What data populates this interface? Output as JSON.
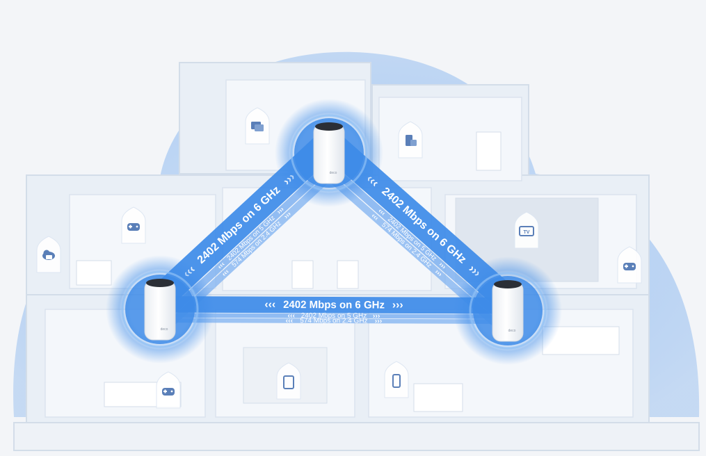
{
  "colors": {
    "background": "#f3f5f8",
    "house_wall": "#e6ecf4",
    "coverage": "#b7d2f4",
    "link_main": "#3d8be8",
    "link_sub": "#7fb2f0",
    "pin": "#ffffff",
    "pin_icon": "#5a7fb8"
  },
  "devices": [
    {
      "name": "top-node",
      "brand": "deco"
    },
    {
      "name": "left-node",
      "brand": "deco"
    },
    {
      "name": "right-node",
      "brand": "deco"
    }
  ],
  "links": [
    {
      "name": "left-top",
      "main": "2402 Mbps on 6 GHz",
      "sub1": "2402 Mbps on 5 GHz",
      "sub2": "574 Mbps on 2.4 GHz"
    },
    {
      "name": "top-right",
      "main": "2402 Mbps on 6 GHz",
      "sub1": "2402 Mbps on 5 GHz",
      "sub2": "574 Mbps on 2.4 GHz"
    },
    {
      "name": "left-right",
      "main": "2402 Mbps on 6 GHz",
      "sub1": "2402 Mbps on 5 GHz",
      "sub2": "574 Mbps on 2.4 GHz"
    }
  ],
  "pins": [
    {
      "name": "monitor-pin",
      "icon": "desktop-icon"
    },
    {
      "name": "smart-home-pin-top",
      "icon": "smart-home-icon"
    },
    {
      "name": "gamepad-pin-left",
      "icon": "gamepad-icon"
    },
    {
      "name": "cloud-pin",
      "icon": "cloud-icon"
    },
    {
      "name": "tv-pin",
      "icon": "tv-icon",
      "label": "TV"
    },
    {
      "name": "gamepad-pin-right",
      "icon": "gamepad-icon"
    },
    {
      "name": "gamepad-pin-bottom",
      "icon": "gamepad-icon"
    },
    {
      "name": "tablet-pin",
      "icon": "tablet-icon"
    },
    {
      "name": "phone-pin",
      "icon": "phone-icon"
    }
  ]
}
